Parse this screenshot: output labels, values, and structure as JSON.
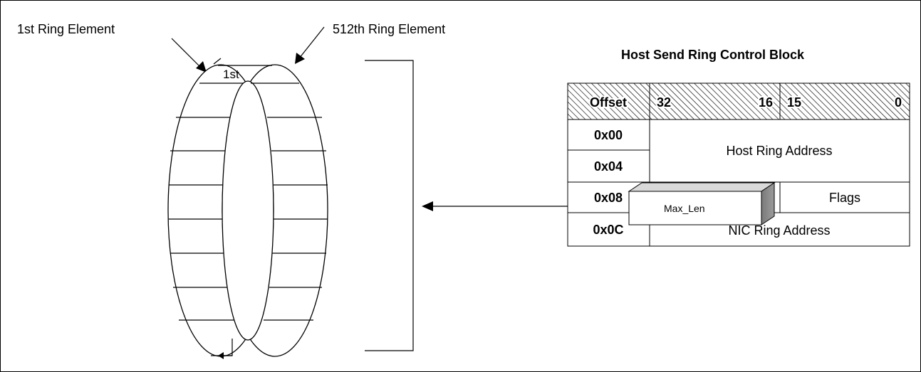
{
  "labels": {
    "first_ring_element": "1st Ring Element",
    "last_ring_element": "512th Ring Element",
    "first_marker": "1st"
  },
  "control_block": {
    "title": "Host Send Ring Control Block",
    "header": {
      "offset": "Offset",
      "bit_32": "32",
      "bit_16": "16",
      "bit_15": "15",
      "bit_0": "0"
    },
    "rows": [
      {
        "offset": "0x00"
      },
      {
        "offset": "0x04"
      },
      {
        "offset": "0x08"
      },
      {
        "offset": "0x0C"
      }
    ],
    "host_ring_address": "Host Ring Address",
    "max_len": "Max_Len",
    "flags": "Flags",
    "nic_ring_address": "NIC Ring Address"
  }
}
